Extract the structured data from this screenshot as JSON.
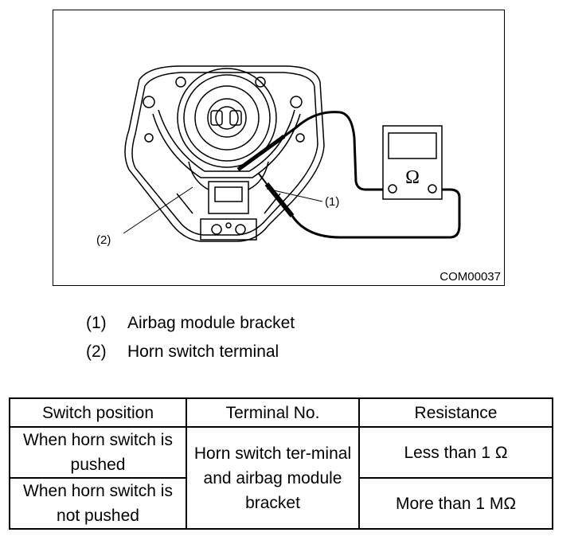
{
  "figure": {
    "id_label": "COM00037",
    "callout_1": "(1)",
    "callout_2": "(2)",
    "meter_symbol": "Ω"
  },
  "legend": [
    {
      "num": "(1)",
      "text": "Airbag module bracket"
    },
    {
      "num": "(2)",
      "text": "Horn switch terminal"
    }
  ],
  "table": {
    "headers": [
      "Switch position",
      "Terminal No.",
      "Resistance"
    ],
    "rows": [
      {
        "position": "When horn switch is pushed",
        "terminal": "Horn switch ter-minal and airbag module bracket",
        "resistance": "Less than 1 Ω"
      },
      {
        "position": "When horn switch is not pushed",
        "resistance": "More than 1 MΩ"
      }
    ]
  }
}
